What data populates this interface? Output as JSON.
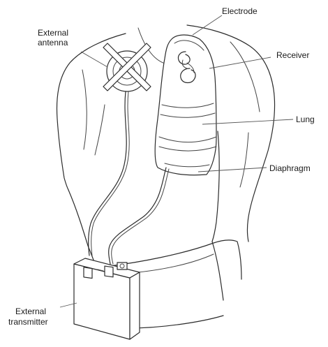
{
  "labels": {
    "electrode": "Electrode",
    "external_antenna_line1": "External",
    "external_antenna_line2": "antenna",
    "receiver": "Receiver",
    "lung": "Lung",
    "diaphragm": "Diaphragm",
    "external_transmitter_line1": "External",
    "external_transmitter_line2": "transmitter"
  }
}
